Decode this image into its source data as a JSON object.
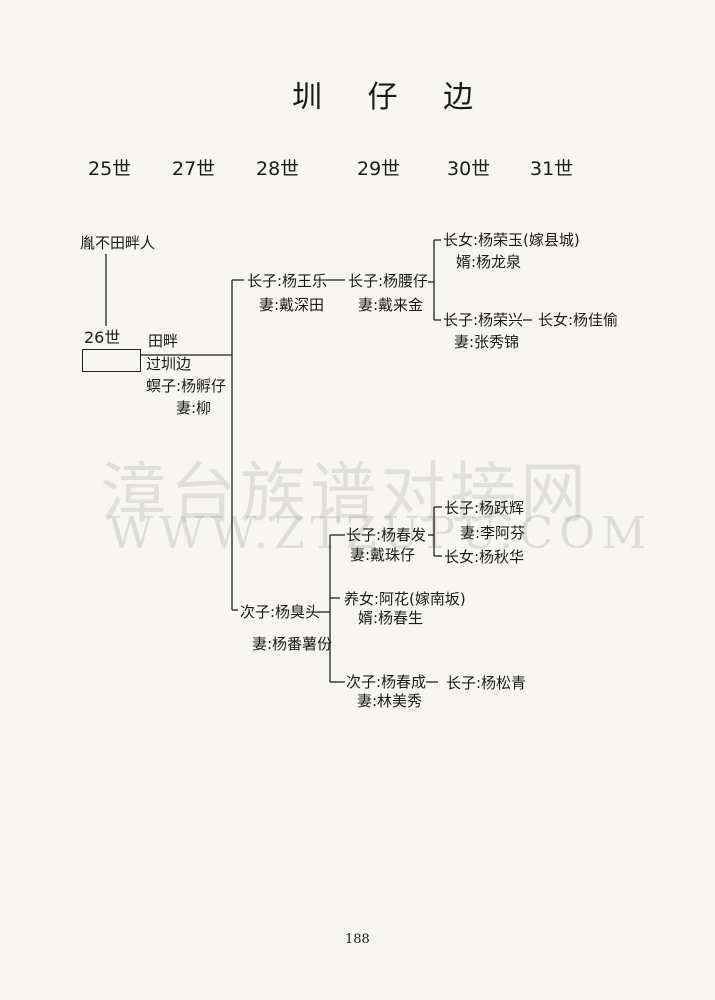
{
  "title": "圳 仔 边",
  "generations": [
    "25世",
    "27世",
    "28世",
    "29世",
    "30世",
    "31世"
  ],
  "origin": "胤不田畔人",
  "gen26": "26世",
  "root": {
    "line1": "田畔",
    "line2": "过圳边",
    "line3": "螟子:杨孵仔",
    "line4": "妻:柳"
  },
  "son1": {
    "name": "长子:杨王乐",
    "wife": "妻:戴深田"
  },
  "son1_son": {
    "name": "长子:杨腰仔",
    "wife": "妻:戴来金"
  },
  "son1_son_daughter": {
    "name": "长女:杨荣玉(嫁县城)",
    "husband": "婿:杨龙泉"
  },
  "son1_son_son": {
    "name": "长子:杨荣兴",
    "wife": "妻:张秀锦"
  },
  "son1_son_son_daughter": "长女:杨佳偷",
  "son2": {
    "name": "次子:杨臭头",
    "wife": "妻:杨番薯份"
  },
  "son2_son1": {
    "name": "长子:杨春发",
    "wife": "妻:戴珠仔"
  },
  "son2_son1_son": {
    "name": "长子:杨跃辉",
    "wife": "妻:李阿芬"
  },
  "son2_son1_daughter": "长女:杨秋华",
  "son2_adopted": {
    "name": "养女:阿花(嫁南坂)",
    "husband": "婿:杨春生"
  },
  "son2_son2": {
    "name": "次子:杨春成",
    "wife": "妻:林美秀"
  },
  "son2_son2_son": "长子:杨松青",
  "watermark": {
    "line1": "漳台族谱对接网",
    "line2": "WWW.ZTZUPU.COM"
  },
  "page_number": "188"
}
